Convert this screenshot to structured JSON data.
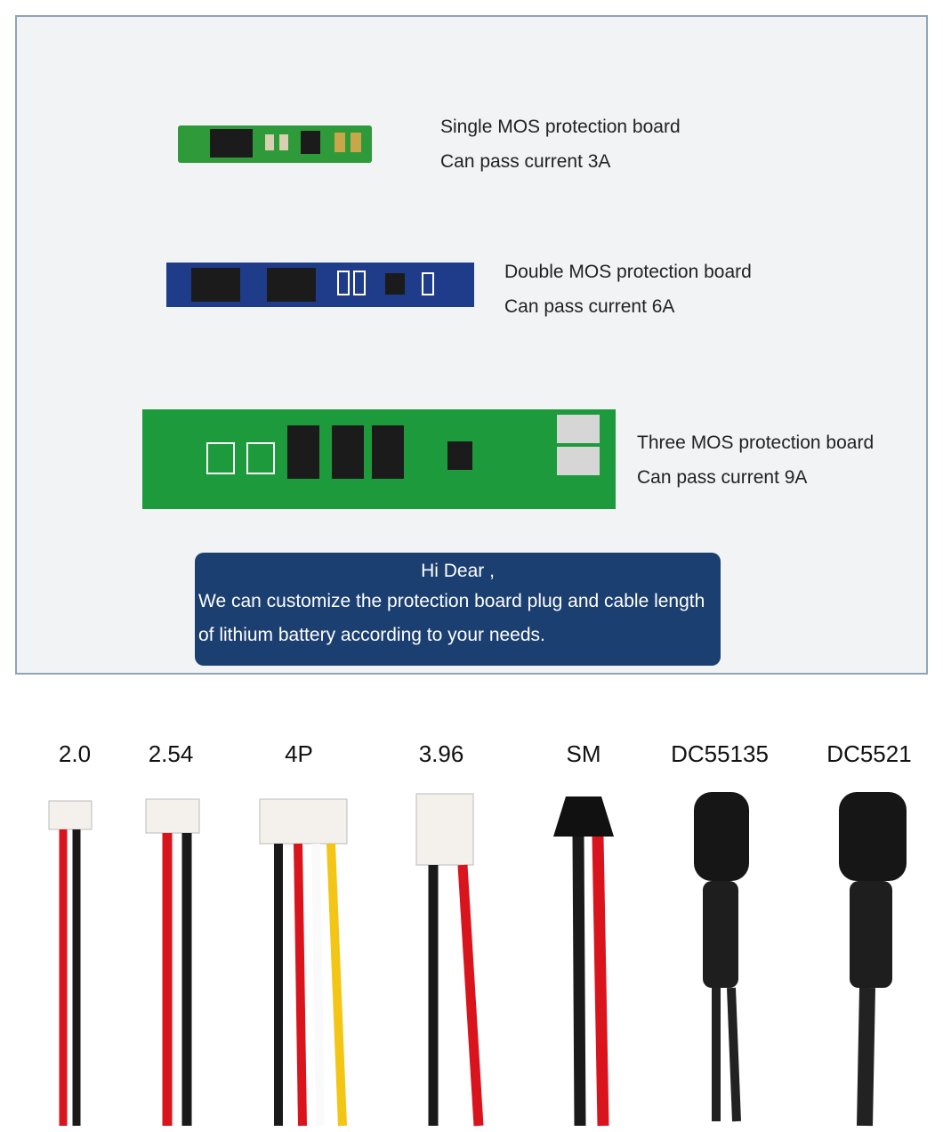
{
  "boards": [
    {
      "title": "Single MOS protection board",
      "current": "Can pass current 3A",
      "color": "#2f9a3a"
    },
    {
      "title": "Double MOS protection board",
      "current": "Can pass current 6A",
      "color": "#1f3c8a"
    },
    {
      "title": "Three MOS protection board",
      "current": "Can pass current 9A",
      "color": "#1d9a3c"
    }
  ],
  "notice": {
    "greeting": "Hi Dear ,",
    "line1": "We can customize the protection board plug and cable length",
    "line2": "of lithium battery according to your needs."
  },
  "connectors": [
    "2.0",
    "2.54",
    "4P",
    "3.96",
    "SM",
    "DC55135",
    "DC5521"
  ]
}
